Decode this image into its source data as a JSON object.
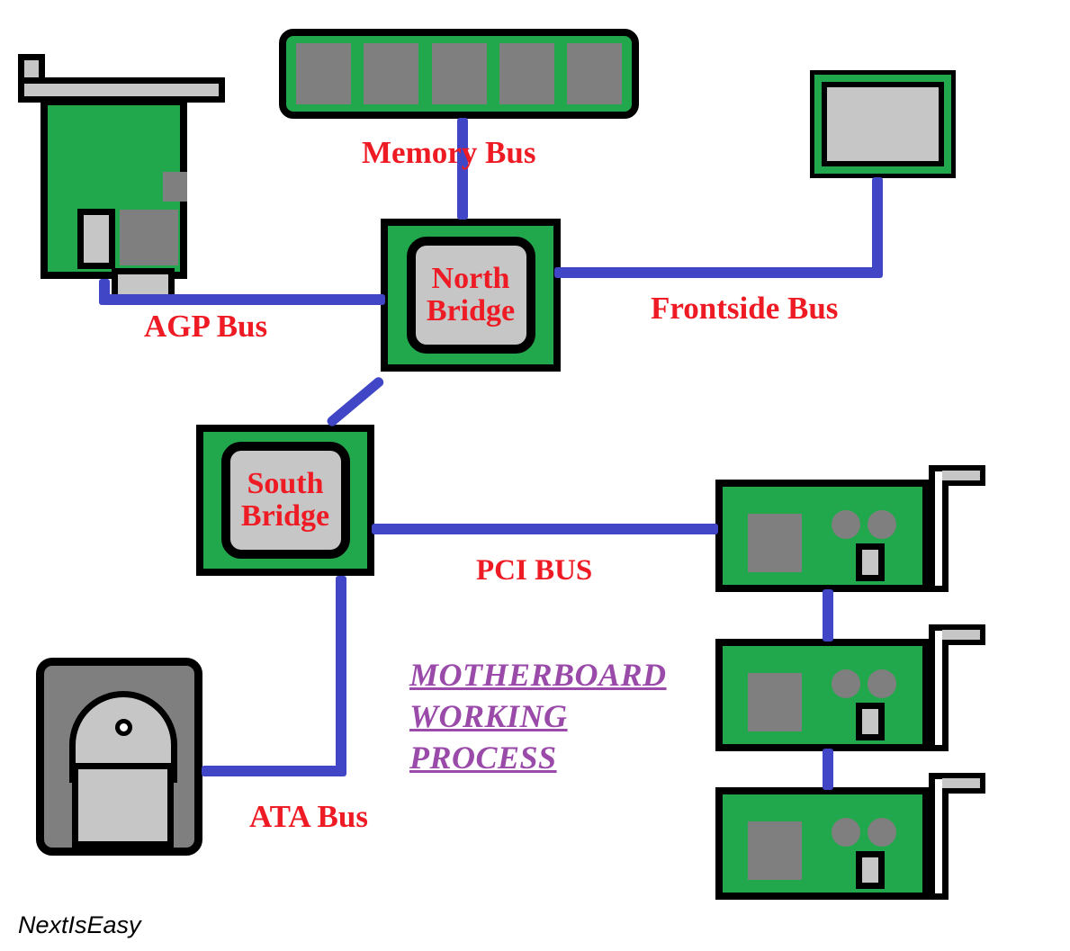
{
  "diagram": {
    "title_lines": [
      "MOTHERBOARD",
      "WORKING",
      "PROCESS"
    ],
    "watermark": "NextIsEasy",
    "colors": {
      "pcb_green": "#22a84c",
      "bus_blue": "#4046c6",
      "label_red": "#ee1b24",
      "title_purple": "#9a4aa8",
      "chip_gray": "#7f7f7f",
      "die_gray": "#c6c6c6",
      "outline_black": "#000000"
    }
  },
  "bus_labels": {
    "memory": "Memory Bus",
    "agp": "AGP Bus",
    "frontside": "Frontside Bus",
    "pci": "PCI BUS",
    "ata": "ATA Bus"
  },
  "components": {
    "north_bridge": {
      "line1": "North",
      "line2": "Bridge"
    },
    "south_bridge": {
      "line1": "South",
      "line2": "Bridge"
    },
    "memory_module": {
      "chip_count": 5
    },
    "graphics_card": {
      "name": "AGP graphics card"
    },
    "processor": {
      "name": "CPU processor"
    },
    "hard_disk": {
      "name": "Hard disk drive"
    },
    "pci_cards": [
      {
        "name": "PCI expansion card 1"
      },
      {
        "name": "PCI expansion card 2"
      },
      {
        "name": "PCI expansion card 3"
      }
    ]
  }
}
